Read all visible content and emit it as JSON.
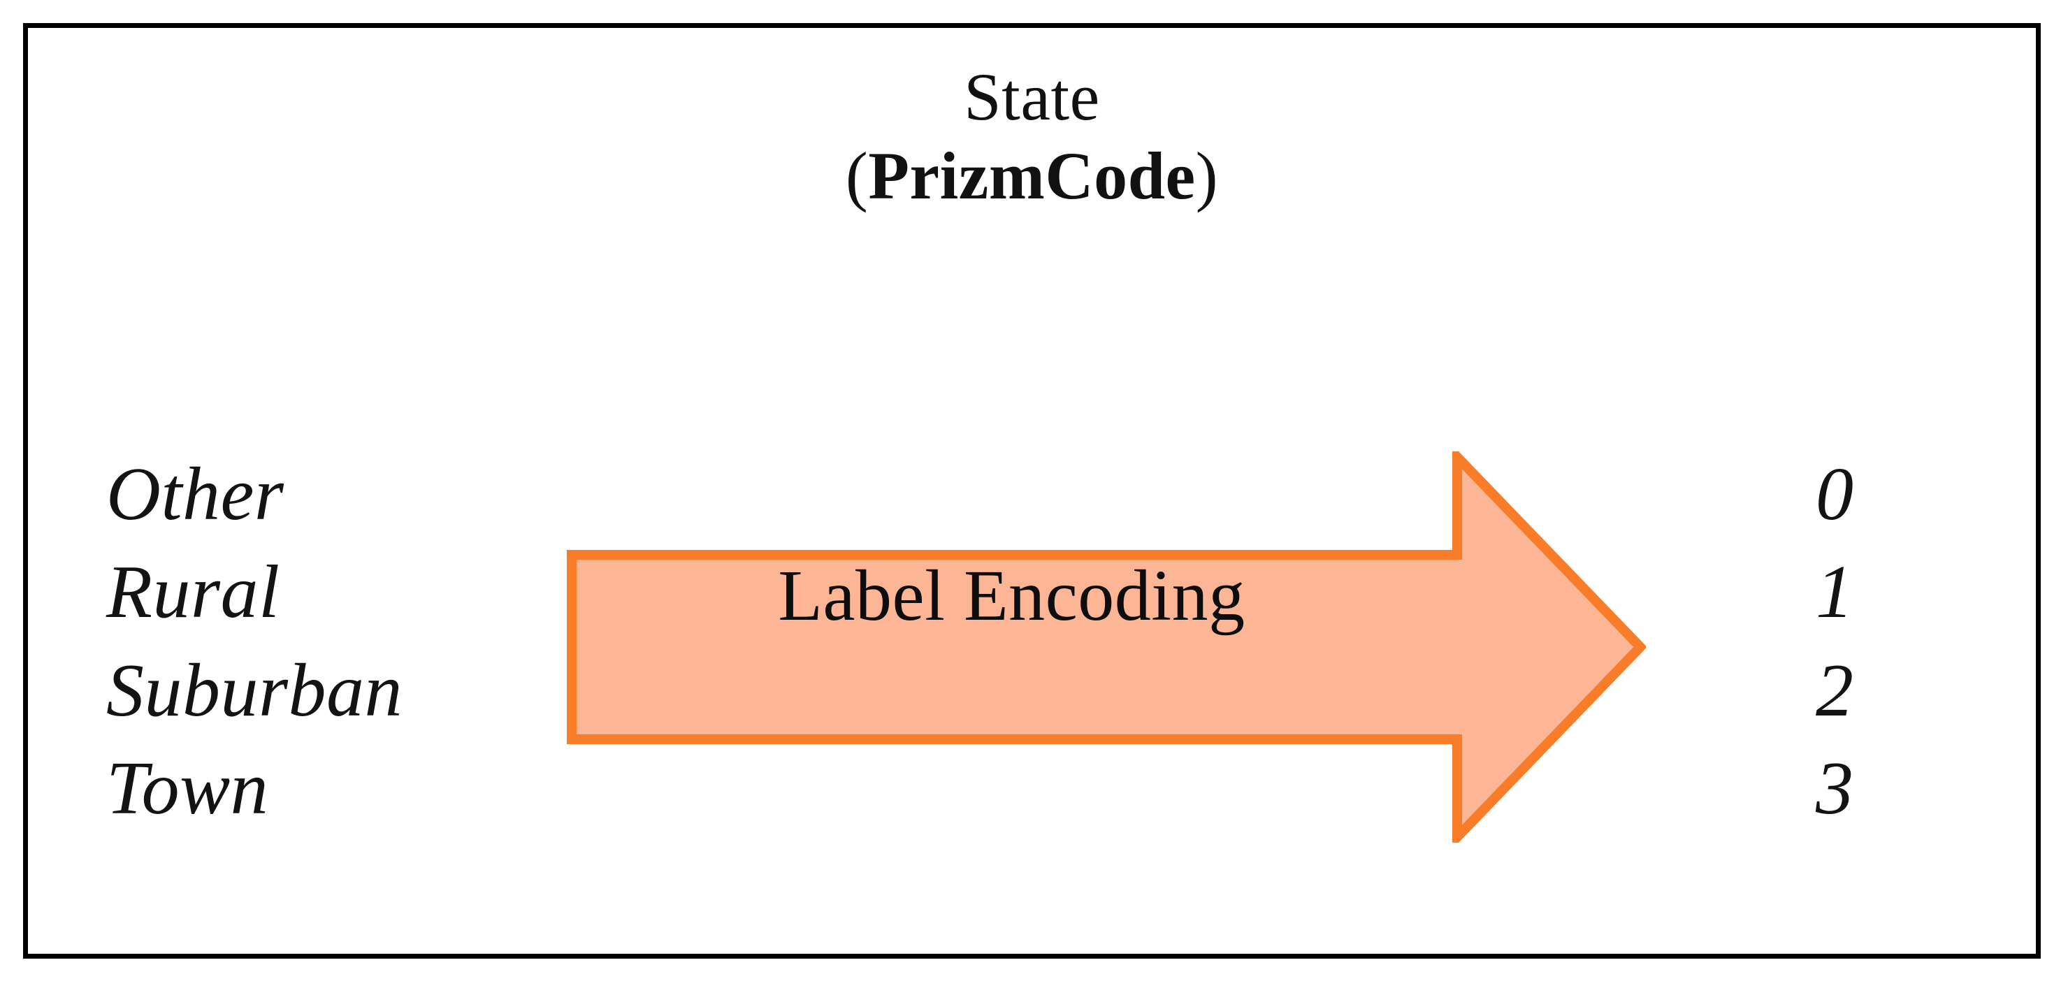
{
  "figure": {
    "title_line1": "State",
    "title_prefix": "(",
    "title_code": "PrizmCode",
    "title_suffix": ")"
  },
  "arrow": {
    "label": "Label Encoding",
    "fill_color": "#FCB695",
    "border_color": "#F97C28",
    "direction": "right"
  },
  "mapping": {
    "source_values": [
      "Other",
      "Rural",
      "Suburban",
      "Town"
    ],
    "encoded_values": [
      "0",
      "1",
      "2",
      "3"
    ]
  },
  "chart_data": {
    "type": "table",
    "title": "State (PrizmCode)",
    "categories": [
      "Other",
      "Rural",
      "Suburban",
      "Town"
    ],
    "values": [
      0,
      1,
      2,
      3
    ],
    "xlabel": "State",
    "ylabel": "PrizmCode",
    "annotations": [
      "Label Encoding"
    ]
  },
  "colors": {
    "frame": "#000000",
    "background": "#FFFFFF",
    "text": "#111111"
  }
}
